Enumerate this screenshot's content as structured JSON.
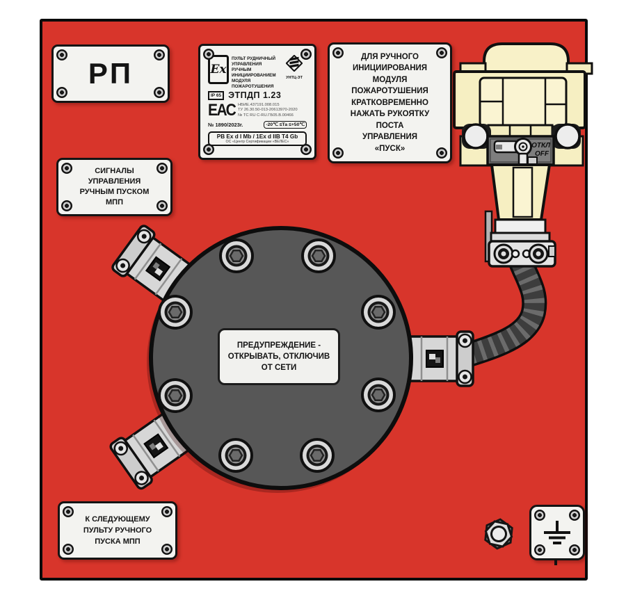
{
  "colors": {
    "panel_red": "#d8352b",
    "junction_box_gray": "#575757",
    "valve_cream": "#f6efc2"
  },
  "plates": {
    "rp": {
      "label": "РП"
    },
    "signals": {
      "lines": [
        "СИГНАЛЫ",
        "УПРАВЛЕНИЯ",
        "РУЧНЫМ ПУСКОМ",
        "МПП"
      ]
    },
    "instruction": {
      "lines": [
        "ДЛЯ РУЧНОГО",
        "ИНИЦИИРОВАНИЯ",
        "МОДУЛЯ",
        "ПОЖАРОТУШЕНИЯ",
        "КРАТКОВРЕМЕННО",
        "НАЖАТЬ РУКОЯТКУ",
        "ПОСТА",
        "УПРАВЛЕНИЯ",
        "«ПУСК»"
      ]
    },
    "next_station": {
      "lines": [
        "К СЛЕДУЮЩЕМУ",
        "ПУЛЬТУ РУЧНОГО",
        "ПУСКА МПП"
      ]
    }
  },
  "nameplate": {
    "ex_mark": "Ex",
    "title_lines": [
      "ПУЛЬТ  РУДНИЧНЫЙ",
      "УПРАВЛЕНИЯ РУЧНЫМ",
      "ИНИЦИИРОВАНИЕМ",
      "МОДУЛЯ",
      "ПОЖАРОТУШЕНИЯ"
    ],
    "brand": "УНТЦ-ЭТ",
    "ip_rating": "IP 65",
    "model": "ЭТПДП 1.23",
    "eac": "ЕАС",
    "doc_lines": [
      "НБИЕ.437191.008.015",
      "ТУ 26.30.50-013-20613970-2020",
      "№ ТС RU C-RU.ГБ05.В.00466"
    ],
    "serial": "№ 1890/2023г.",
    "temp_range": "-20℃ ≤Та ≤+50℃",
    "ex_marking": "РВ Ex d I Mb / 1Ex d IIB T4 Gb",
    "cert_org": "ОС «Центр Сертификации «ВЕЛЕС»"
  },
  "junction_box": {
    "warning_lines": [
      "ПРЕДУПРЕЖДЕНИЕ -",
      "ОТКРЫВАТЬ, ОТКЛЮЧИВ",
      "ОТ СЕТИ"
    ]
  },
  "valve": {
    "switch_label_ru": "ОТКЛ",
    "switch_label_en": "OFF"
  }
}
